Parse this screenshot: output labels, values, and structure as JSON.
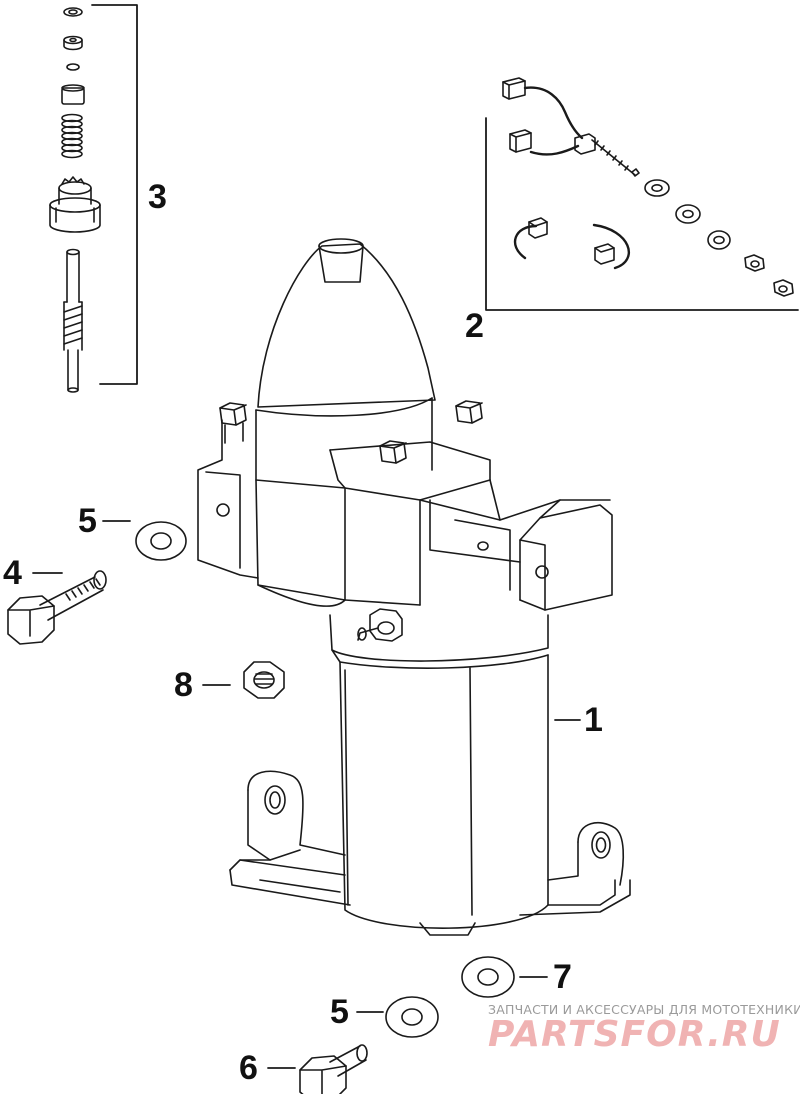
{
  "callouts": {
    "c1": "1",
    "c2": "2",
    "c3": "3",
    "c4": "4",
    "c5a": "5",
    "c5b": "5",
    "c6": "6",
    "c7": "7",
    "c8": "8"
  },
  "watermark": {
    "tagline": "ЗАПЧАСТИ И АКСЕССУАРЫ ДЛЯ МОТОТЕХНИКИ",
    "logo": "PARTSFOR.RU"
  },
  "colors": {
    "line": "#1a1a1a",
    "paper": "#ffffff",
    "watermark_text": "#9a9a9a",
    "watermark_logo": "#f0b3b3"
  }
}
